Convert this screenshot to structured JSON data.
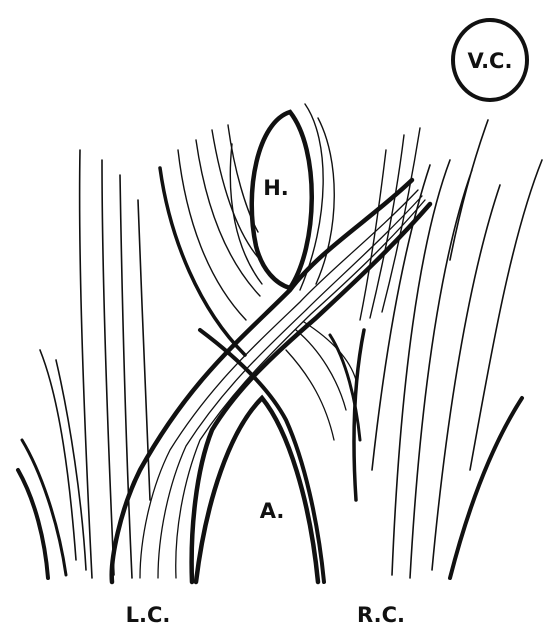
{
  "labels": {
    "vc": "V.C.",
    "h": "H.",
    "a": "A.",
    "lc": "L.C.",
    "rc": "R.C."
  },
  "colors": {
    "ink": "#111111",
    "paper": "#ffffff"
  }
}
